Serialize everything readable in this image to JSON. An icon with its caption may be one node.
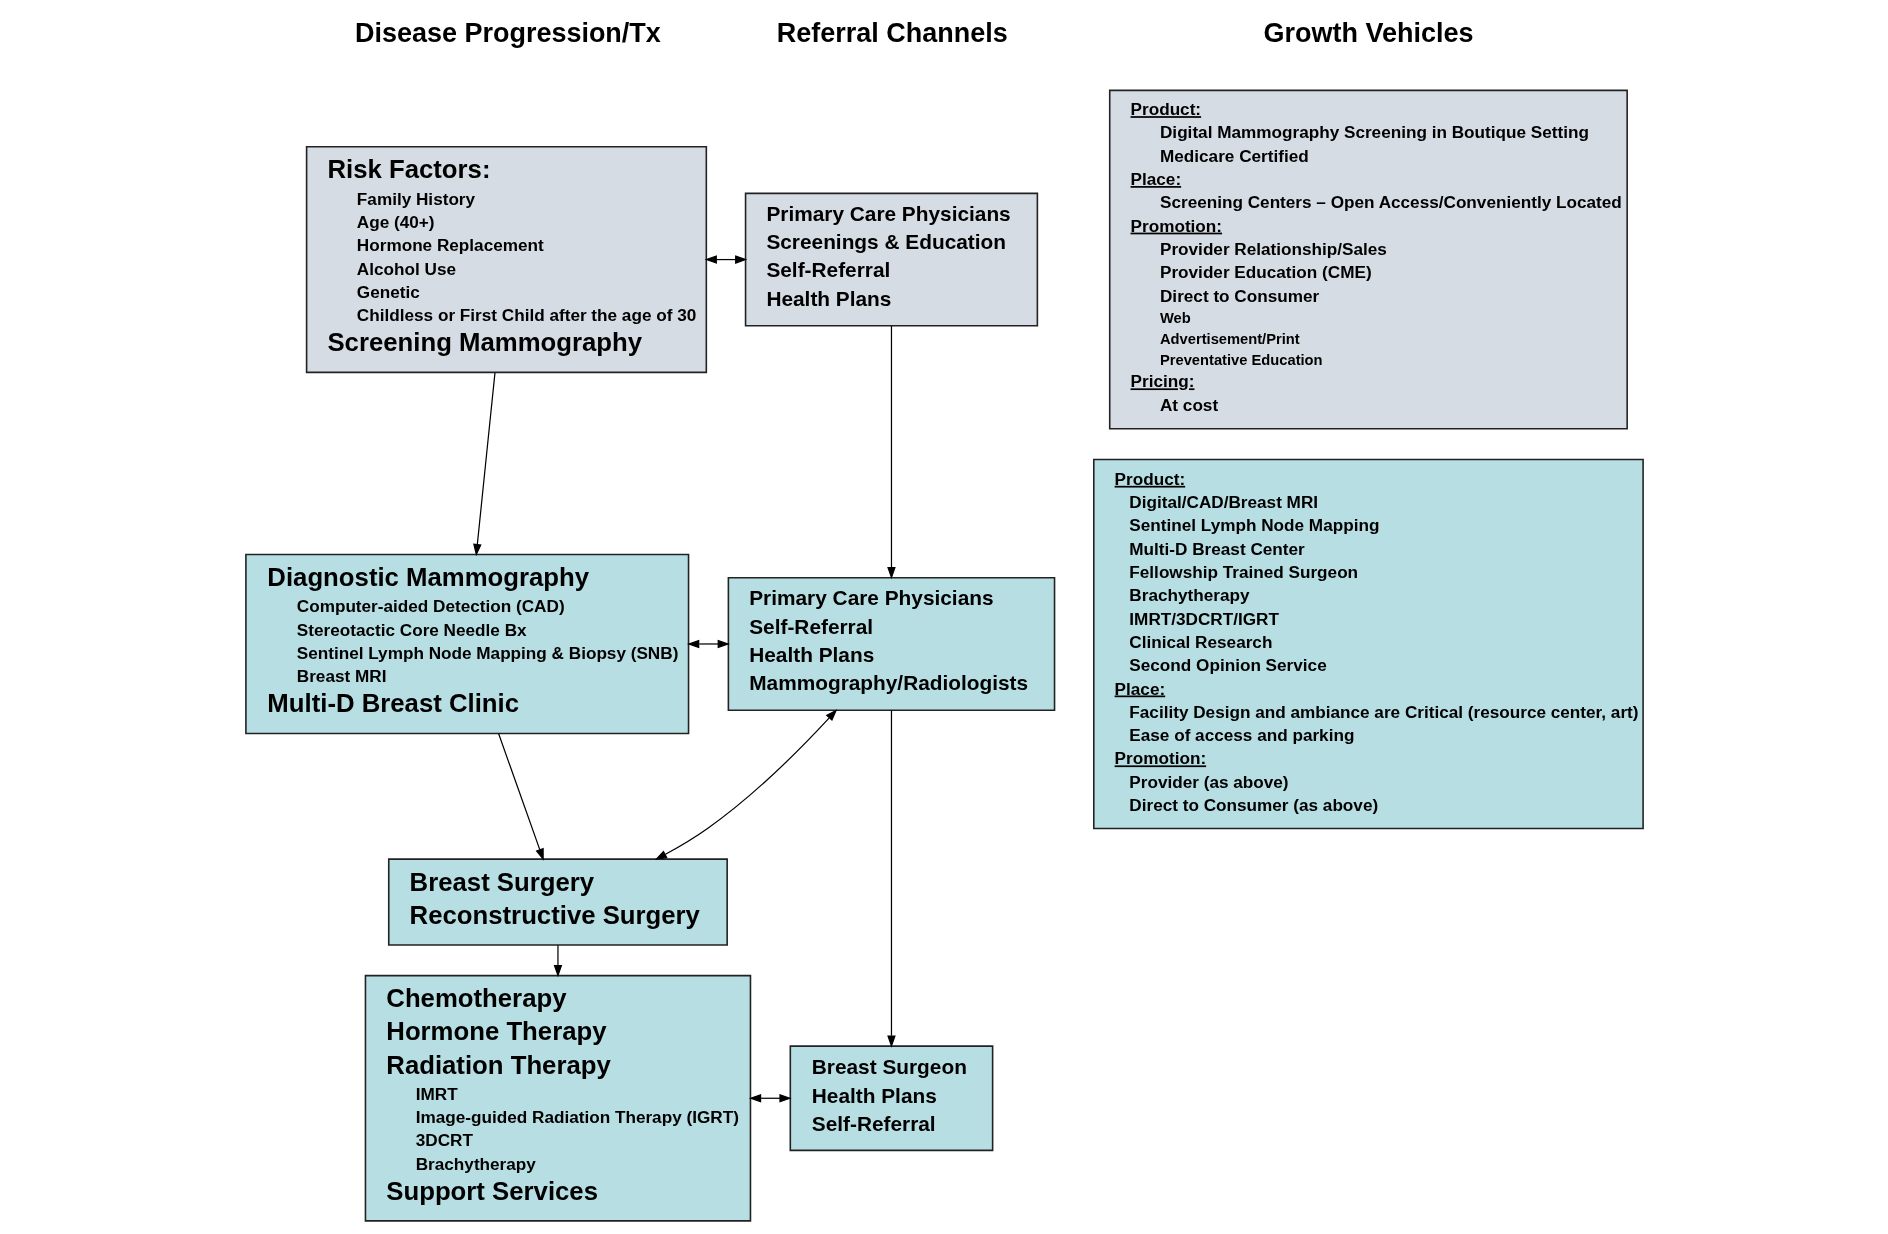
{
  "diagram": {
    "nodes": [
      {
        "text": [
          "Risk Factors:",
          "Family History",
          "Age (40+)",
          "Hormone Replacement",
          "Alcohol Use",
          "Genetic",
          "Childless or First Child after the age of 30",
          "Screening Mammography"
        ]
      },
      {
        "text": [
          "Diagnostic Mammography",
          "Computer-aided Detection (CAD)",
          "Stereotactic Core Needle Bx",
          "Sentinel Lymph Node Mapping & Biopsy (SNB)",
          "Breast MRI",
          "Multi-D Breast Clinic"
        ]
      },
      {
        "text": [
          "Breast Surgery",
          "Reconstructive Surgery"
        ]
      },
      {
        "text": [
          "Chemotherapy",
          "Hormone Therapy",
          "Radiation Therapy",
          "IMRT",
          "Image-guided Radiation Therapy (IGRT)",
          "3DCRT",
          "Brachytherapy",
          "Support Services"
        ]
      },
      {
        "text": [
          "Primary Care Physicians",
          "Screenings & Education",
          "Self-Referral",
          "Health Plans"
        ]
      },
      {
        "text": [
          "Primary Care Physicians",
          "Self-Referral",
          "Health Plans",
          "Mammography/Radiologists"
        ]
      },
      {
        "text": [
          "Breast Surgeon",
          "Health Plans",
          "Self-Referral"
        ]
      },
      {
        "text": [
          "Product:",
          "Digital Mammography Screening in Boutique Setting",
          "Medicare Certified",
          "Place:",
          "Screening Centers – Open Access/Conveniently Located",
          "Promotion:",
          "Provider Relationship/Sales",
          "Provider Education (CME)",
          "Direct to Consumer",
          "Web",
          "Advertisement/Print",
          "Preventative Education",
          "Pricing:",
          "At cost"
        ]
      },
      {
        "text": [
          "Product:",
          "Digital/CAD/Breast MRI",
          "Sentinel Lymph Node Mapping",
          "Multi-D Breast Center",
          "Fellowship Trained Surgeon",
          "Brachytherapy",
          "IMRT/3DCRT/IGRT",
          "Clinical Research",
          "Second Opinion Service",
          "Place:",
          "Facility Design and ambiance are Critical (resource center, art)",
          "Ease of access and parking",
          "Promotion:",
          "Provider (as above)",
          "Direct to Consumer (as above)"
        ]
      }
    ],
    "edges": [
      {
        "from": 0,
        "to": 1,
        "arrow": "to"
      },
      {
        "from": 1,
        "to": 2,
        "arrow": "to"
      },
      {
        "from": 2,
        "to": 3,
        "arrow": "to"
      },
      {
        "from": 4,
        "to": 5,
        "arrow": "to"
      },
      {
        "from": 5,
        "to": 6,
        "arrow": "to"
      },
      {
        "from": 0,
        "to": 4,
        "arrow": "both"
      },
      {
        "from": 1,
        "to": 5,
        "arrow": "both"
      },
      {
        "from": 2,
        "to": 5,
        "arrow": "both"
      },
      {
        "from": 3,
        "to": 6,
        "arrow": "both"
      }
    ],
    "labels": [
      "Disease Progression/Tx",
      "Referral Channels",
      "Growth Vehicles"
    ]
  }
}
